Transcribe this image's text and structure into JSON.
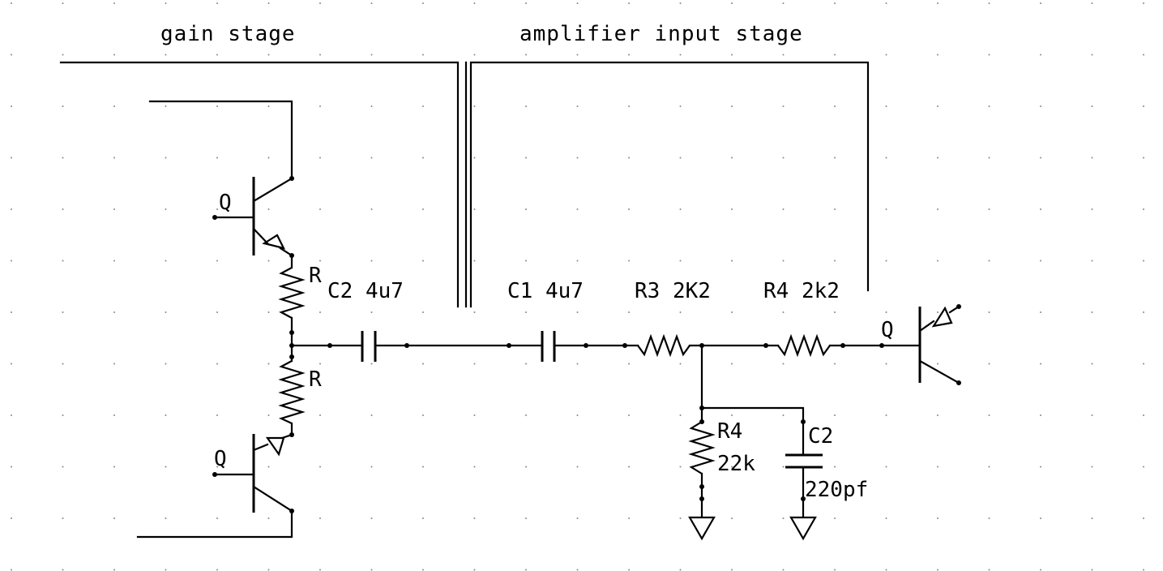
{
  "sections": {
    "gain_stage": "gain stage",
    "amplifier_input_stage": "amplifier input stage"
  },
  "components": {
    "q_top": "Q",
    "q_bottom": "Q",
    "q_output": "Q",
    "r_top": "R",
    "r_bottom": "R",
    "c2_coupling": "C2 4u7",
    "c1": "C1 4u7",
    "r3": "R3 2K2",
    "r4_series": "R4 2k2",
    "r4_shunt_name": "R4",
    "r4_shunt_value": "22k",
    "c2_shunt_name": "C2",
    "c2_shunt_value": "220pf"
  }
}
